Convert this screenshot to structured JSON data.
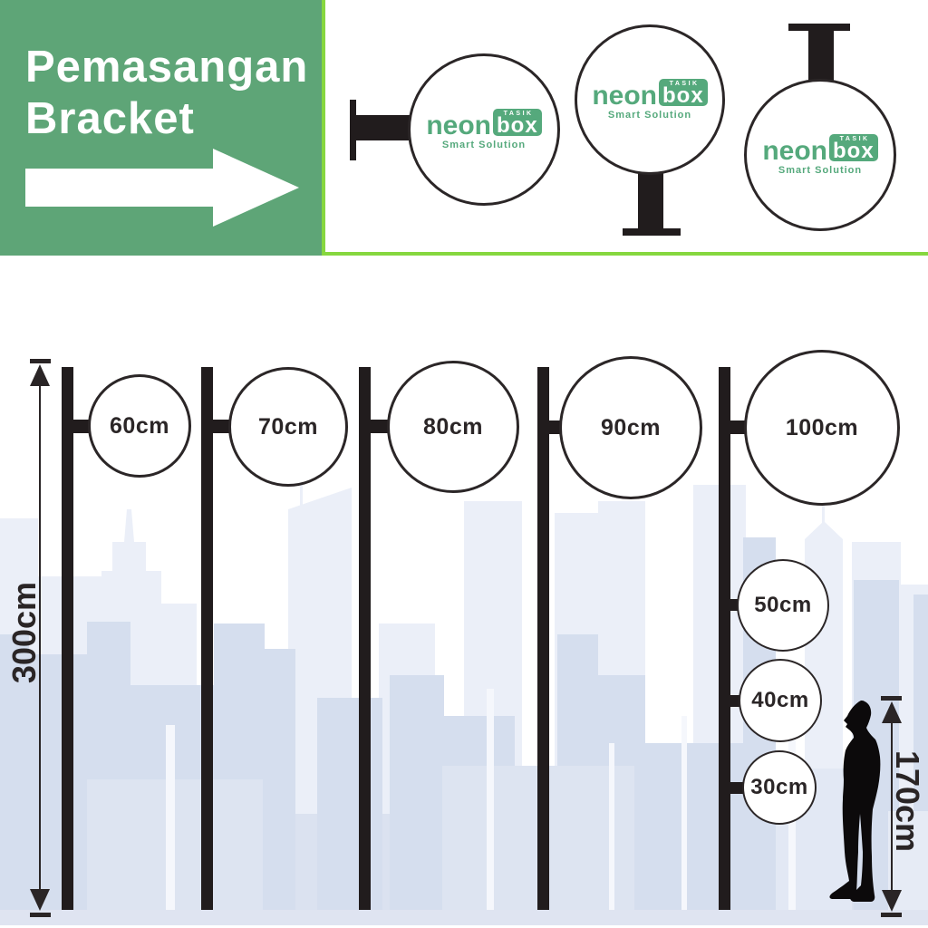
{
  "header": {
    "title_line1": "Pemasangan",
    "title_line2": "Bracket"
  },
  "brand": {
    "name_left": "neon",
    "name_right": "box",
    "badge_top": "TASIK",
    "tagline": "Smart Solution"
  },
  "signs": {
    "pole_labels": [
      "60cm",
      "70cm",
      "80cm",
      "90cm",
      "100cm"
    ],
    "small_labels": [
      "50cm",
      "40cm",
      "30cm"
    ]
  },
  "measurements": {
    "pole_height": "300cm",
    "person_height": "170cm"
  },
  "colors": {
    "banner_green": "#5ea577",
    "accent_green": "#86d73f",
    "logo_green": "#55a97c",
    "ink": "#231f20",
    "sky_back": "#ebeff8",
    "sky_front": "#d5deee"
  }
}
